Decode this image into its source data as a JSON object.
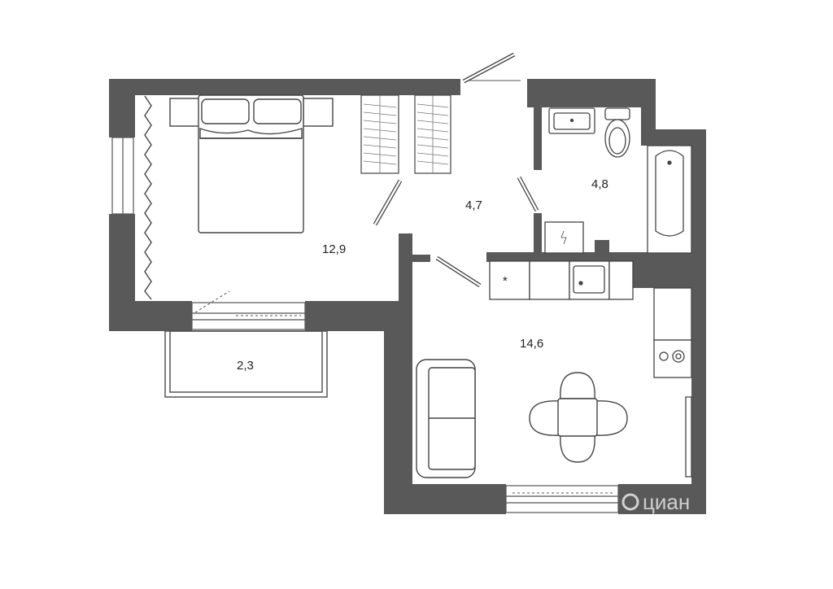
{
  "plan": {
    "wall_color": "#595959",
    "rooms": {
      "bedroom_area": "12,9",
      "hallway_area": "4,7",
      "bathroom_area": "4,8",
      "living_kitchen_area": "14,6",
      "balcony_area": "2,3"
    },
    "fridge_mark": "*",
    "watermark": "циан"
  }
}
